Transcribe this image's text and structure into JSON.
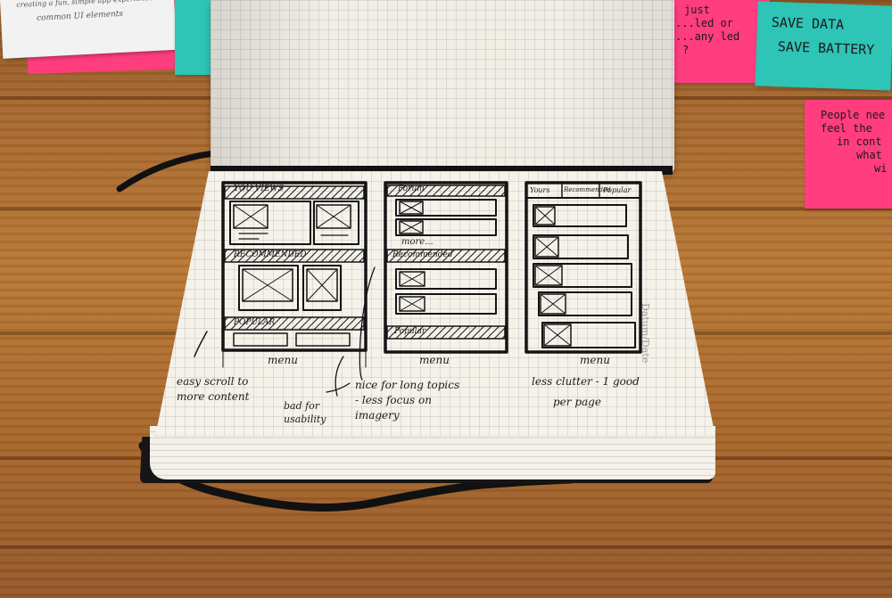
{
  "top_paper": {
    "line1": "creating a fun, simple app experience",
    "line2": "common UI elements"
  },
  "sticky_notes": [
    {
      "color": "#2ec4b6",
      "lines": [
        "SAVE DATA",
        "SAVE BATTERY"
      ]
    },
    {
      "color": "#ff3d7f",
      "lines": [
        "just",
        "...led or",
        "...any led",
        "?"
      ]
    },
    {
      "color": "#ff3d7f",
      "lines": [
        "People nee",
        "feel the",
        "in cont",
        "what",
        "wi"
      ]
    }
  ],
  "notebook": {
    "page_label": "Datum/Date",
    "wireframes": [
      {
        "sections": [
          "YOU VIEWS",
          "RECOMMENDED",
          "POPULAR"
        ],
        "footer": "menu",
        "annotation": "easy scroll to more content",
        "annotation2": "bad for usability"
      },
      {
        "sections": [
          "Forum",
          "Recommended",
          "Popular"
        ],
        "more": "more...",
        "footer": "menu",
        "annotation": "nice for long topics - less focus on imagery"
      },
      {
        "tabs": [
          "Yours",
          "Recommended",
          "Popular"
        ],
        "footer": "menu",
        "annotation": "less clutter - 1 good",
        "annotation2": "per page"
      }
    ]
  },
  "colors": {
    "desk": "#b07030",
    "paper": "#f5f2ea",
    "ink": "#1a1a1a",
    "teal_note": "#2ec4b6",
    "pink_note": "#ff3d7f"
  }
}
